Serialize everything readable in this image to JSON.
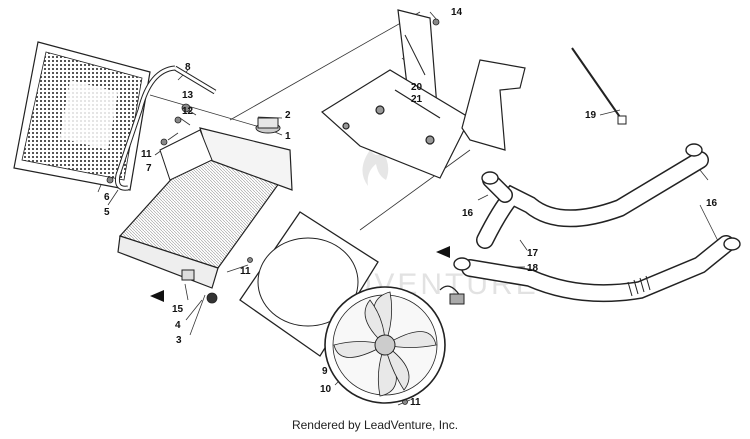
{
  "watermark": {
    "text": "LEADVENTURE"
  },
  "footer": {
    "text": "Rendered by LeadVenture, Inc."
  },
  "callouts": {
    "c1": "1",
    "c2": "2",
    "c3": "3",
    "c4": "4",
    "c5": "5",
    "c6": "6",
    "c7": "7",
    "c8": "8",
    "c9": "9",
    "c10": "10",
    "c11a": "11",
    "c11b": "11",
    "c11c": "11",
    "c12": "12",
    "c13": "13",
    "c14": "14",
    "c15": "15",
    "c16a": "16",
    "c16b": "16",
    "c17": "17",
    "c18": "18",
    "c19": "19",
    "c20": "20",
    "c21": "21"
  }
}
